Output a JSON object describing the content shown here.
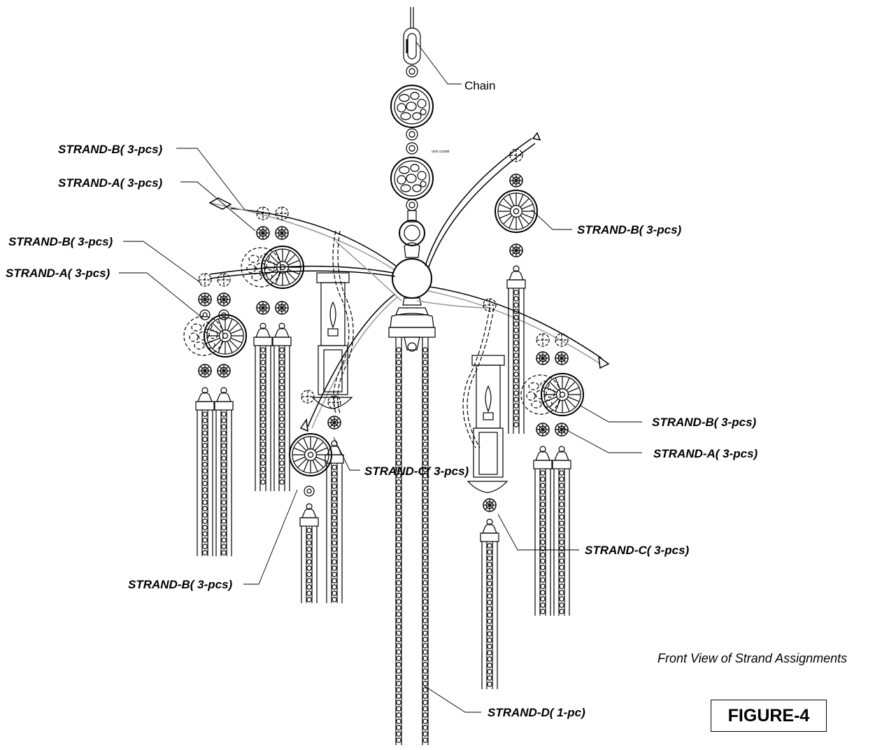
{
  "drawing": {
    "chain_label": "Chain",
    "rock_crystal_label": "rock crystal",
    "labels": [
      {
        "id": "label-strand-b-upper-left",
        "text": "STRAND-B( 3-pcs)"
      },
      {
        "id": "label-strand-a-upper-left",
        "text": "STRAND-A( 3-pcs)"
      },
      {
        "id": "label-strand-b-mid-left",
        "text": "STRAND-B( 3-pcs)"
      },
      {
        "id": "label-strand-a-mid-left",
        "text": "STRAND-A( 3-pcs)"
      },
      {
        "id": "label-strand-b-upper-right",
        "text": "STRAND-B( 3-pcs)"
      },
      {
        "id": "label-strand-b-lower-right",
        "text": "STRAND-B( 3-pcs)"
      },
      {
        "id": "label-strand-a-lower-right",
        "text": "STRAND-A( 3-pcs)"
      },
      {
        "id": "label-strand-c-center",
        "text": "STRAND-C( 3-pcs)"
      },
      {
        "id": "label-strand-c-right",
        "text": "STRAND-C( 3-pcs)"
      },
      {
        "id": "label-strand-b-lower-left",
        "text": "STRAND-B( 3-pcs)"
      },
      {
        "id": "label-strand-d",
        "text": "STRAND-D( 1-pc)"
      }
    ],
    "caption": "Front View of Strand Assignments",
    "figure_title": "FIGURE-4"
  }
}
